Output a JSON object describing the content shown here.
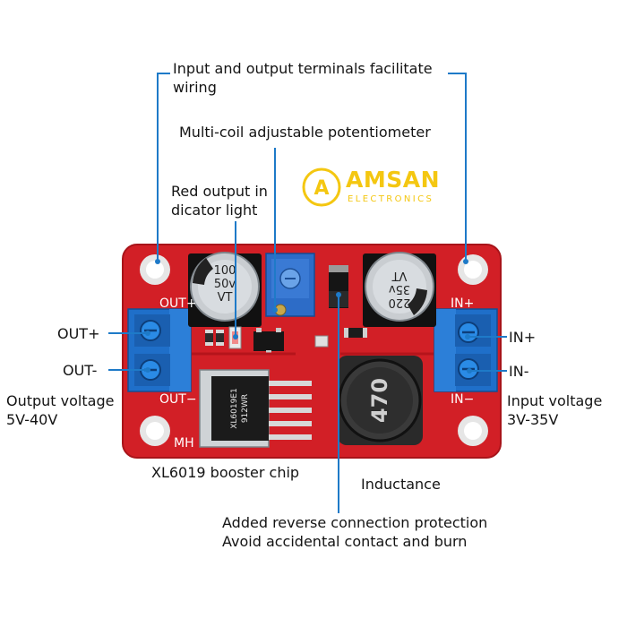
{
  "brand": {
    "name": "AMSAN",
    "subtitle": "ELECTRONICS",
    "badge_letter": "A",
    "color": "#f4c711"
  },
  "callouts": {
    "terminals": "Input and output terminals facilitate wiring",
    "potentiometer": "Multi-coil adjustable potentiometer",
    "indicator": "Red output in dicator light",
    "out_plus": "OUT+",
    "out_minus": "OUT-",
    "output_voltage": "Output voltage",
    "output_range": "5V-40V",
    "in_plus": "IN+",
    "in_minus": "IN-",
    "input_voltage": "Input voltage",
    "input_range": "3V-35V",
    "chip": "XL6019 booster chip",
    "inductance": "Inductance",
    "protection_line1": "Added reverse connection protection",
    "protection_line2": "Avoid accidental contact and burn"
  },
  "board": {
    "silk_out_plus": "OUT+",
    "silk_out_minus": "OUT−",
    "silk_in_plus": "IN+",
    "silk_in_minus": "IN−",
    "silk_mh": "MH",
    "cap_left": [
      "100",
      "50v",
      "VT"
    ],
    "cap_right": [
      "220",
      "35v",
      "VT"
    ],
    "chip_marking": [
      "XL6019E1",
      "912WR"
    ],
    "inductor_marking": "470",
    "pcb_color": "#d21f26",
    "terminal_color": "#1f6fc9",
    "callout_line_color": "#1e7ac8"
  }
}
